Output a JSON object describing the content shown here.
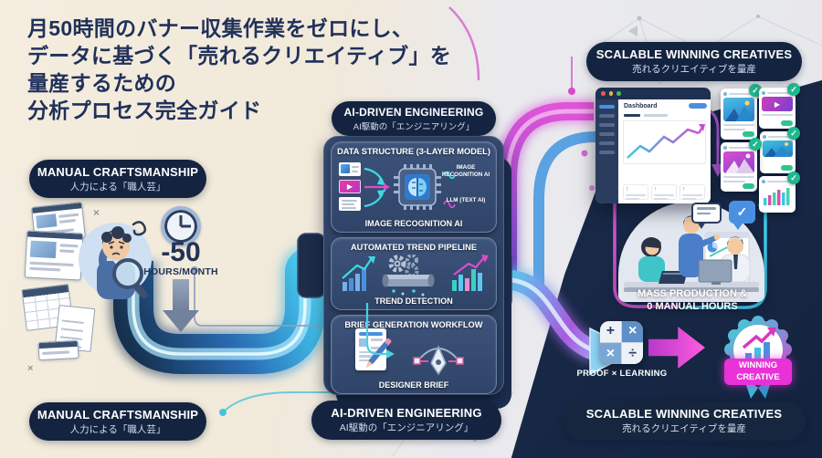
{
  "title": {
    "lines": [
      "月50時間のバナー収集作業をゼロにし、",
      "データに基づく「売れるクリエイティブ」を",
      "量産するための",
      "分析プロセス完全ガイド"
    ]
  },
  "icons": {
    "check": "✓",
    "play": "▶",
    "up": "↑",
    "times": "×"
  },
  "manual": {
    "label": "MANUAL CRAFTSMANSHIP",
    "label_ja": "人力による「職人芸」",
    "hours": "-50",
    "hours_unit": "HOURS/MONTH"
  },
  "ai": {
    "label": "AI-DRIVEN ENGINEERING",
    "label_ja": "AI駆動の「エンジニアリング」",
    "panel1": {
      "title": "DATA STRUCTURE (3-LAYER MODEL)",
      "out1": "IMAGE RECOGNITION AI",
      "out2": "LLM (TEXT AI)",
      "caption": "IMAGE RECOGNITION AI"
    },
    "panel2": {
      "title": "AUTOMATED TREND PIPELINE",
      "caption": "TREND DETECTION"
    },
    "panel3": {
      "title": "BRIEF GENERATION WORKFLOW",
      "caption": "DESIGNER BRIEF"
    }
  },
  "scalable": {
    "label": "SCALABLE WINNING CREATIVES",
    "label_ja": "売れるクリエイティブを量産",
    "dashboard_title": "Dashboard",
    "mass1": "MASS PRODUCTION &",
    "mass2": "0 MANUAL HOURS",
    "proof": "PROOF × LEARNING",
    "calc": [
      "+",
      "×",
      "×",
      "÷"
    ],
    "winning1": "WINNING",
    "winning2": "CREATIVE"
  },
  "colors": {
    "accent_cyan": "#45d4ec",
    "accent_magenta": "#e24fd4",
    "navy": "#152642",
    "green": "#2ec48e"
  }
}
